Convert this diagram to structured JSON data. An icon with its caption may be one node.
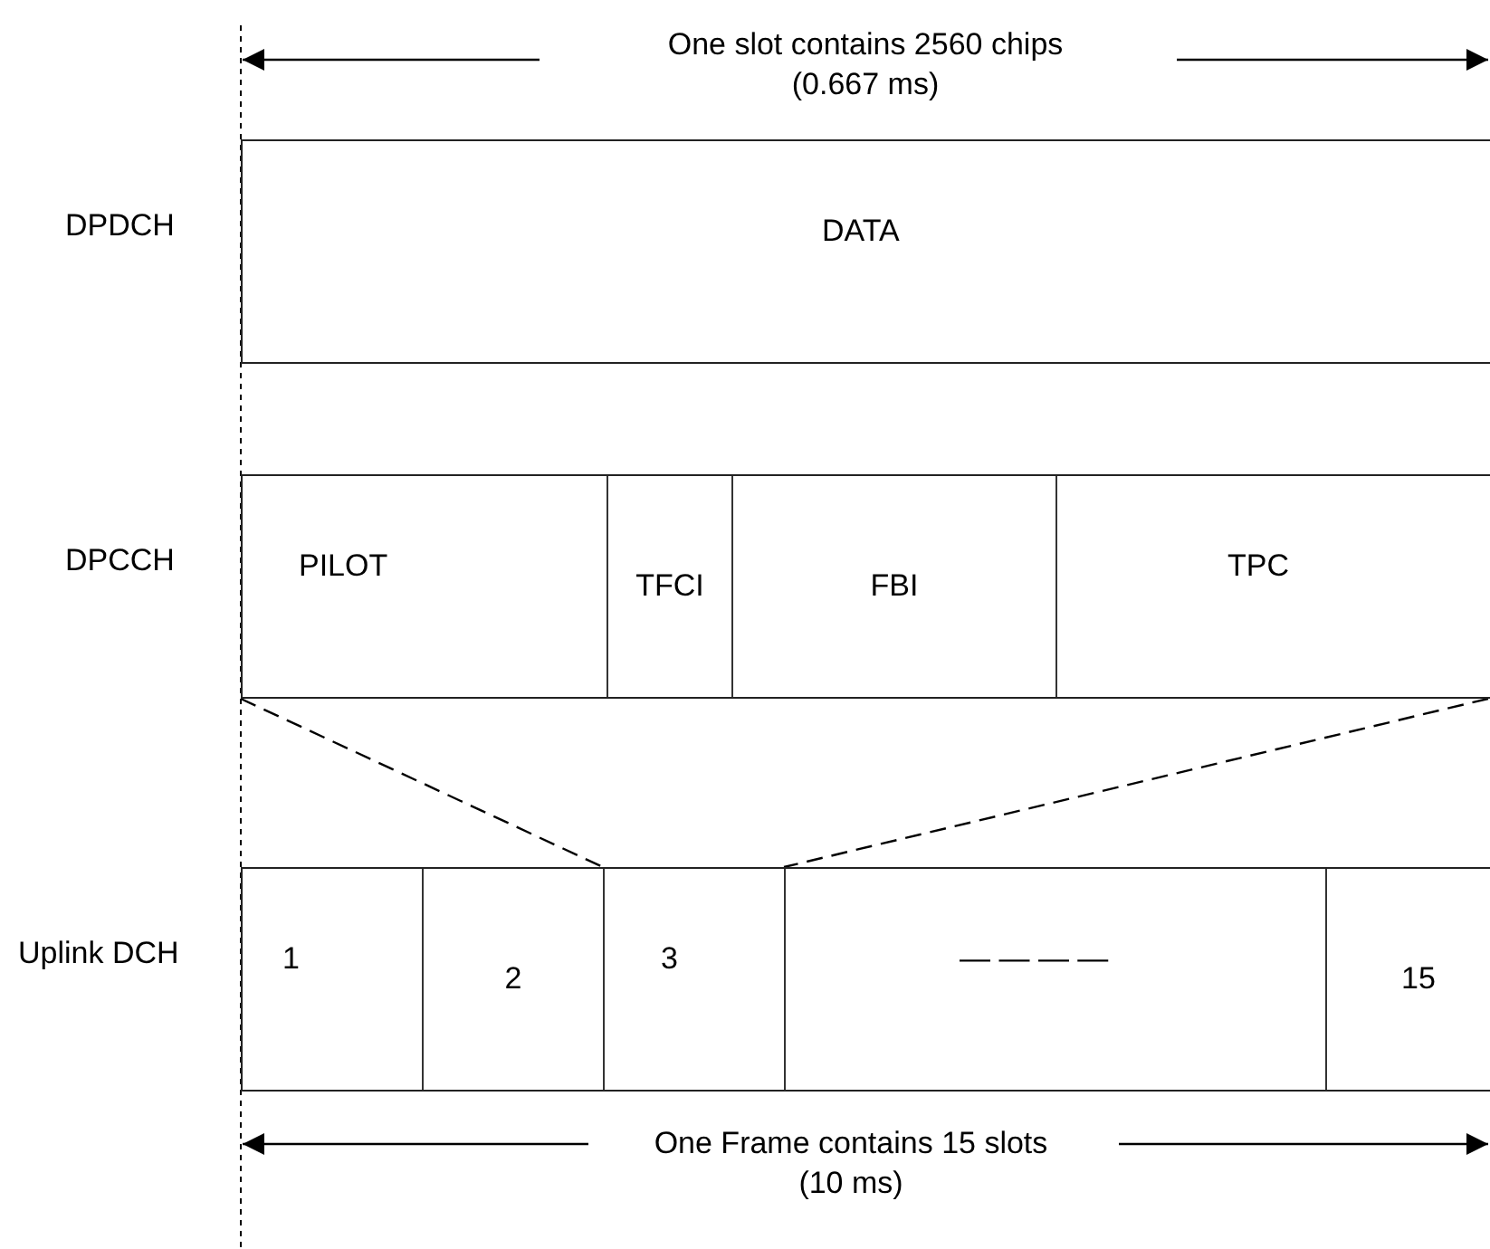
{
  "diagram": {
    "nodes": [
      {
        "text": [
          "DPDCH",
          "DATA"
        ]
      },
      {
        "text": [
          "DPCCH"
        ]
      },
      {
        "text": [
          "PILOT"
        ],
        "in": 1
      },
      {
        "text": [
          "TFCI"
        ],
        "in": 1
      },
      {
        "text": [
          "FBI"
        ],
        "in": 1
      },
      {
        "text": [
          "TPC"
        ],
        "in": 1
      },
      {
        "text": [
          "Uplink DCH"
        ]
      },
      {
        "text": [
          "1"
        ],
        "in": 6
      },
      {
        "text": [
          "2"
        ],
        "in": 6
      },
      {
        "text": [
          "3"
        ],
        "in": 6
      },
      {
        "text": [
          "— — — —"
        ],
        "in": 6
      },
      {
        "text": [
          "15"
        ],
        "in": 6
      }
    ],
    "edges": [
      {
        "from": 1,
        "to": 9,
        "arrow": "none",
        "style": "dashed"
      },
      {
        "from": 1,
        "to": 9,
        "arrow": "none",
        "style": "dashed"
      }
    ],
    "labels": [
      "One slot contains 2560 chips (0.667 ms)",
      "One Frame contains 15 slots (10 ms)"
    ]
  }
}
